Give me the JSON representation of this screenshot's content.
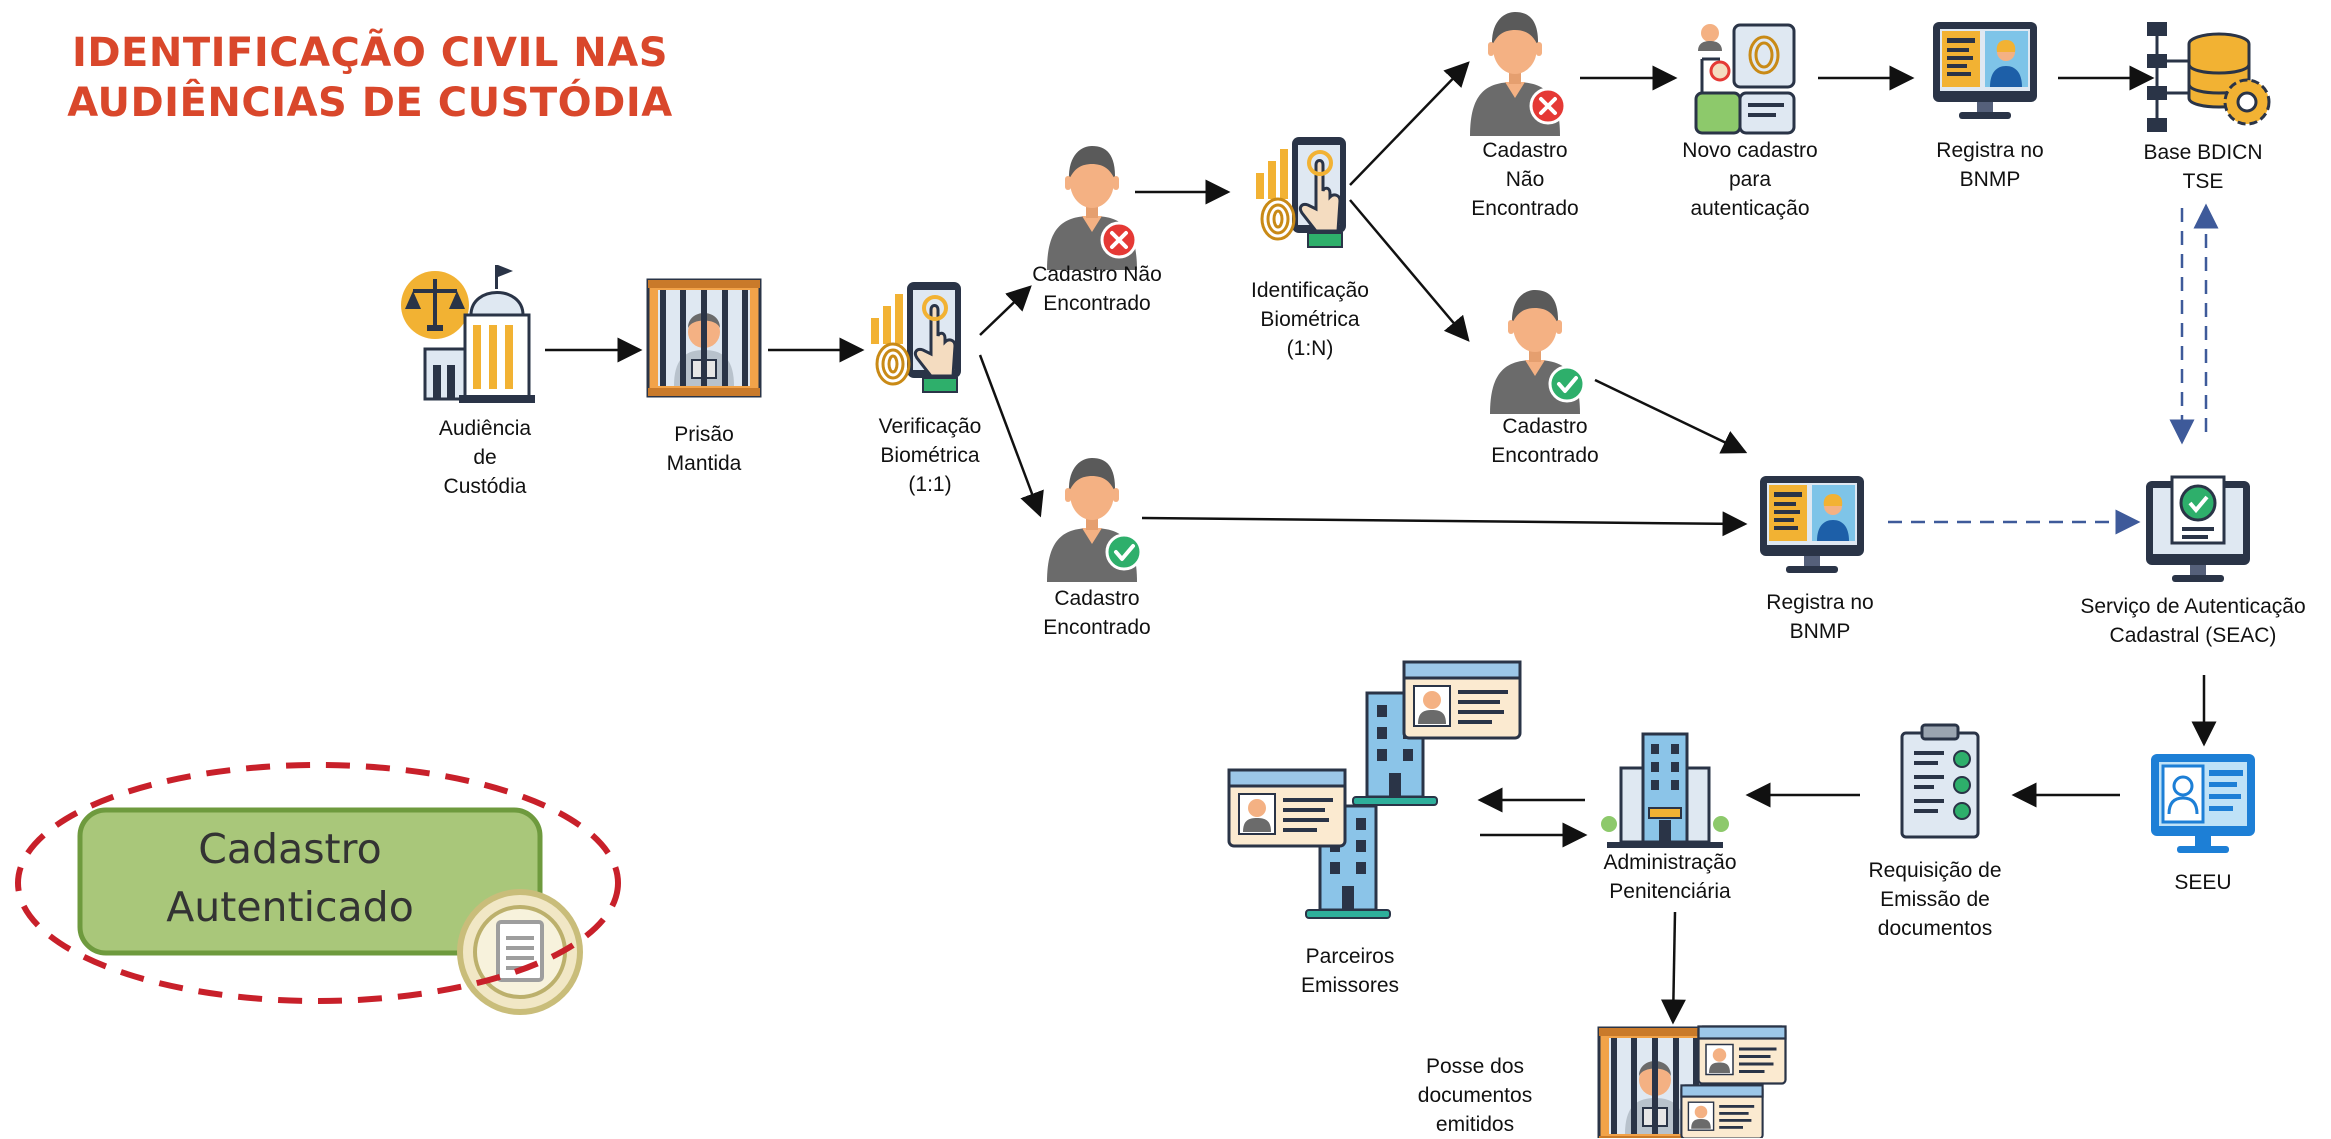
{
  "title": {
    "line1": "IDENTIFICAÇÃO CIVIL NAS",
    "line2": "AUDIÊNCIAS DE CUSTÓDIA"
  },
  "nodes": {
    "audiencia": "Audiência\nde\nCustódia",
    "prisao": "Prisão\nMantida",
    "verificacao": "Verificação\nBiométrica\n(1:1)",
    "cadastro_nao_1": "Cadastro Não\nEncontrado",
    "cadastro_enc_1": "Cadastro\nEncontrado",
    "identificacao": "Identificação\nBiométrica\n(1:N)",
    "cadastro_nao_2": "Cadastro\nNão\nEncontrado",
    "cadastro_enc_2": "Cadastro\nEncontrado",
    "novo_cadastro": "Novo cadastro\npara\nautenticação",
    "registra_top": "Registra no\nBNMP",
    "base": "Base BDICN\nTSE",
    "registra_mid": "Registra no\nBNMP",
    "seac": "Serviço de Autenticação\nCadastral (SEAC)",
    "seeu": "SEEU",
    "requisicao": "Requisição de\nEmissão de\ndocumentos",
    "administracao": "Administração\nPenitenciária",
    "parceiros": "Parceiros\nEmissores",
    "posse": "Posse dos\ndocumentos\nemitidos"
  },
  "badge": {
    "text": "Cadastro\nAutenticado"
  },
  "colors": {
    "title": "#d9472b",
    "arrow": "#111111",
    "dashed_arrow": "#3e5a9a",
    "ellipse": "#c8202a",
    "badge_fill": "#a9c77a",
    "badge_stroke": "#6e9a3e",
    "person": "#6b6b6b",
    "skin": "#f4b183",
    "error": "#e53935",
    "success": "#2eaf6b",
    "monitor": "#2a3447",
    "screen": "#7ec4e8",
    "gold": "#f2b233",
    "blue_icon": "#1d7fd6"
  }
}
